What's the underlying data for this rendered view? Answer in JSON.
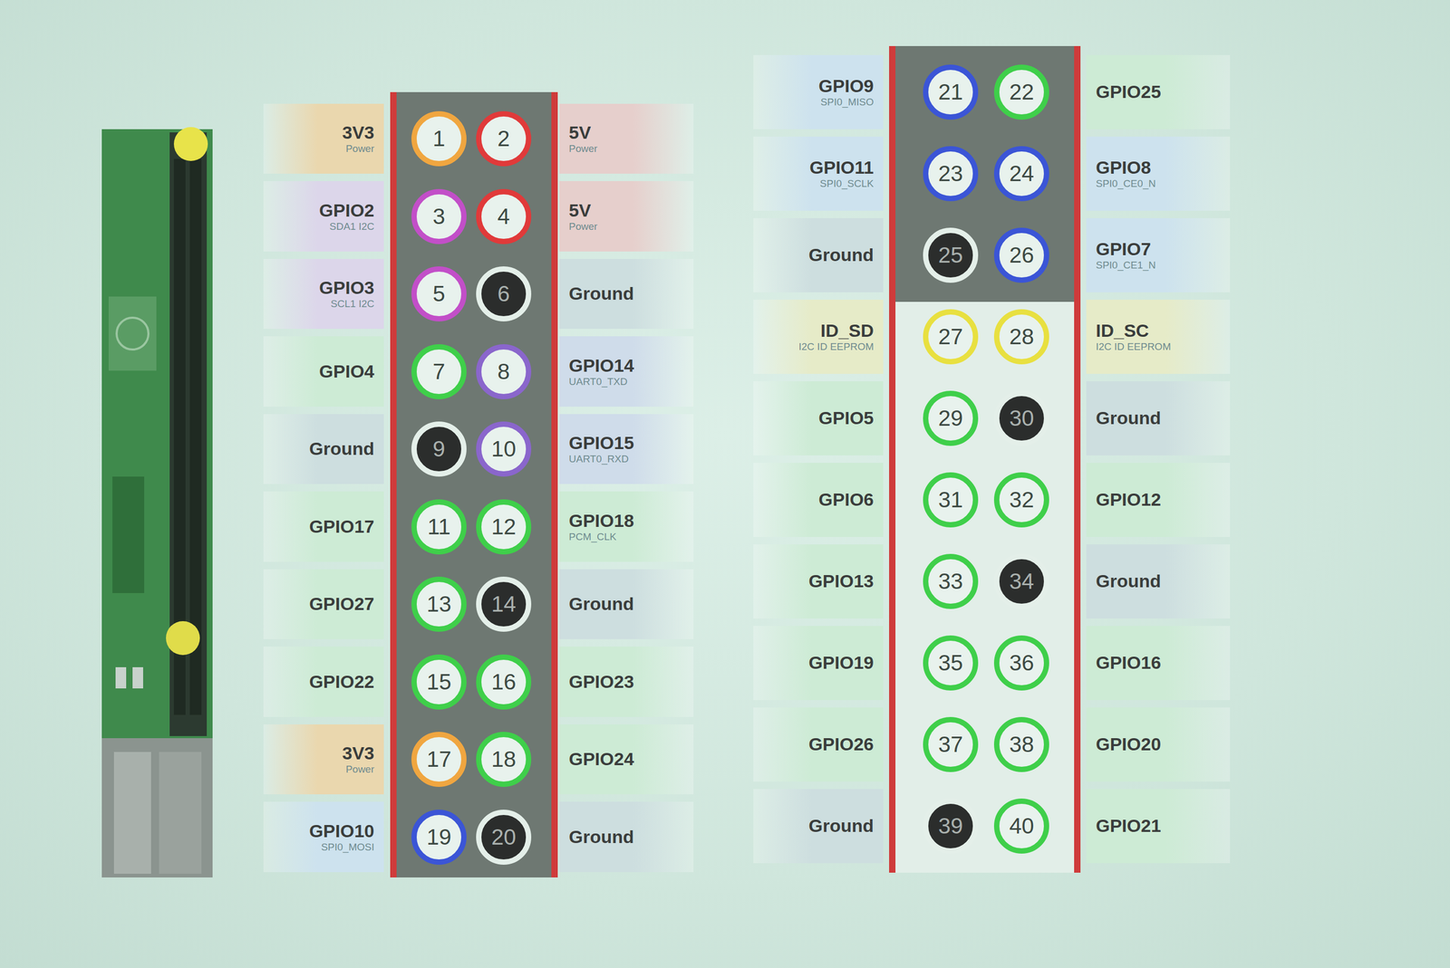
{
  "diagram": {
    "nodes": [
      {
        "text": [
          "3V3",
          "Power"
        ]
      },
      {
        "text": [
          "1"
        ]
      },
      {
        "text": [
          "2"
        ]
      },
      {
        "text": [
          "5V",
          "Power"
        ]
      },
      {
        "text": [
          "GPIO2",
          "SDA1 I2C"
        ]
      },
      {
        "text": [
          "3"
        ]
      },
      {
        "text": [
          "4"
        ]
      },
      {
        "text": [
          "5V",
          "Power"
        ]
      },
      {
        "text": [
          "GPIO3",
          "SCL1 I2C"
        ]
      },
      {
        "text": [
          "5"
        ]
      },
      {
        "text": [
          "6"
        ]
      },
      {
        "text": [
          "Ground"
        ]
      },
      {
        "text": [
          "GPIO4"
        ]
      },
      {
        "text": [
          "7"
        ]
      },
      {
        "text": [
          "8"
        ]
      },
      {
        "text": [
          "GPIO14",
          "UART0_TXD"
        ]
      },
      {
        "text": [
          "Ground"
        ]
      },
      {
        "text": [
          "9"
        ]
      },
      {
        "text": [
          "10"
        ]
      },
      {
        "text": [
          "GPIO15",
          "UART0_RXD"
        ]
      },
      {
        "text": [
          "GPIO17"
        ]
      },
      {
        "text": [
          "11"
        ]
      },
      {
        "text": [
          "12"
        ]
      },
      {
        "text": [
          "GPIO18",
          "PCM_CLK"
        ]
      },
      {
        "text": [
          "GPIO27"
        ]
      },
      {
        "text": [
          "13"
        ]
      },
      {
        "text": [
          "14"
        ]
      },
      {
        "text": [
          "Ground"
        ]
      },
      {
        "text": [
          "GPIO22"
        ]
      },
      {
        "text": [
          "15"
        ]
      },
      {
        "text": [
          "16"
        ]
      },
      {
        "text": [
          "GPIO23"
        ]
      },
      {
        "text": [
          "3V3",
          "Power"
        ]
      },
      {
        "text": [
          "17"
        ]
      },
      {
        "text": [
          "18"
        ]
      },
      {
        "text": [
          "GPIO24"
        ]
      },
      {
        "text": [
          "GPIO10",
          "SPI0_MOSI"
        ]
      },
      {
        "text": [
          "19"
        ]
      },
      {
        "text": [
          "20"
        ]
      },
      {
        "text": [
          "Ground"
        ]
      },
      {
        "text": [
          "GPIO9",
          "SPI0_MISO"
        ]
      },
      {
        "text": [
          "21"
        ]
      },
      {
        "text": [
          "22"
        ]
      },
      {
        "text": [
          "GPIO25"
        ]
      },
      {
        "text": [
          "GPIO11",
          "SPI0_SCLK"
        ]
      },
      {
        "text": [
          "23"
        ]
      },
      {
        "text": [
          "24"
        ]
      },
      {
        "text": [
          "GPIO8",
          "SPI0_CE0_N"
        ]
      },
      {
        "text": [
          "Ground"
        ]
      },
      {
        "text": [
          "25"
        ]
      },
      {
        "text": [
          "26"
        ]
      },
      {
        "text": [
          "GPIO7",
          "SPI0_CE1_N"
        ]
      },
      {
        "text": [
          "ID_SD",
          "I2C ID EEPROM"
        ]
      },
      {
        "text": [
          "27"
        ]
      },
      {
        "text": [
          "28"
        ]
      },
      {
        "text": [
          "ID_SC",
          "I2C ID EEPROM"
        ]
      },
      {
        "text": [
          "GPIO5"
        ]
      },
      {
        "text": [
          "29"
        ]
      },
      {
        "text": [
          "30"
        ]
      },
      {
        "text": [
          "Ground"
        ]
      },
      {
        "text": [
          "GPIO6"
        ]
      },
      {
        "text": [
          "31"
        ]
      },
      {
        "text": [
          "32"
        ]
      },
      {
        "text": [
          "GPIO12"
        ]
      },
      {
        "text": [
          "GPIO13"
        ]
      },
      {
        "text": [
          "33"
        ]
      },
      {
        "text": [
          "34"
        ]
      },
      {
        "text": [
          "Ground"
        ]
      },
      {
        "text": [
          "GPIO19"
        ]
      },
      {
        "text": [
          "35"
        ]
      },
      {
        "text": [
          "36"
        ]
      },
      {
        "text": [
          "GPIO16"
        ]
      },
      {
        "text": [
          "GPIO26"
        ]
      },
      {
        "text": [
          "37"
        ]
      },
      {
        "text": [
          "38"
        ]
      },
      {
        "text": [
          "GPIO20"
        ]
      },
      {
        "text": [
          "Ground"
        ]
      },
      {
        "text": [
          "39"
        ]
      },
      {
        "text": [
          "40"
        ]
      },
      {
        "text": [
          "GPIO21"
        ]
      }
    ]
  }
}
